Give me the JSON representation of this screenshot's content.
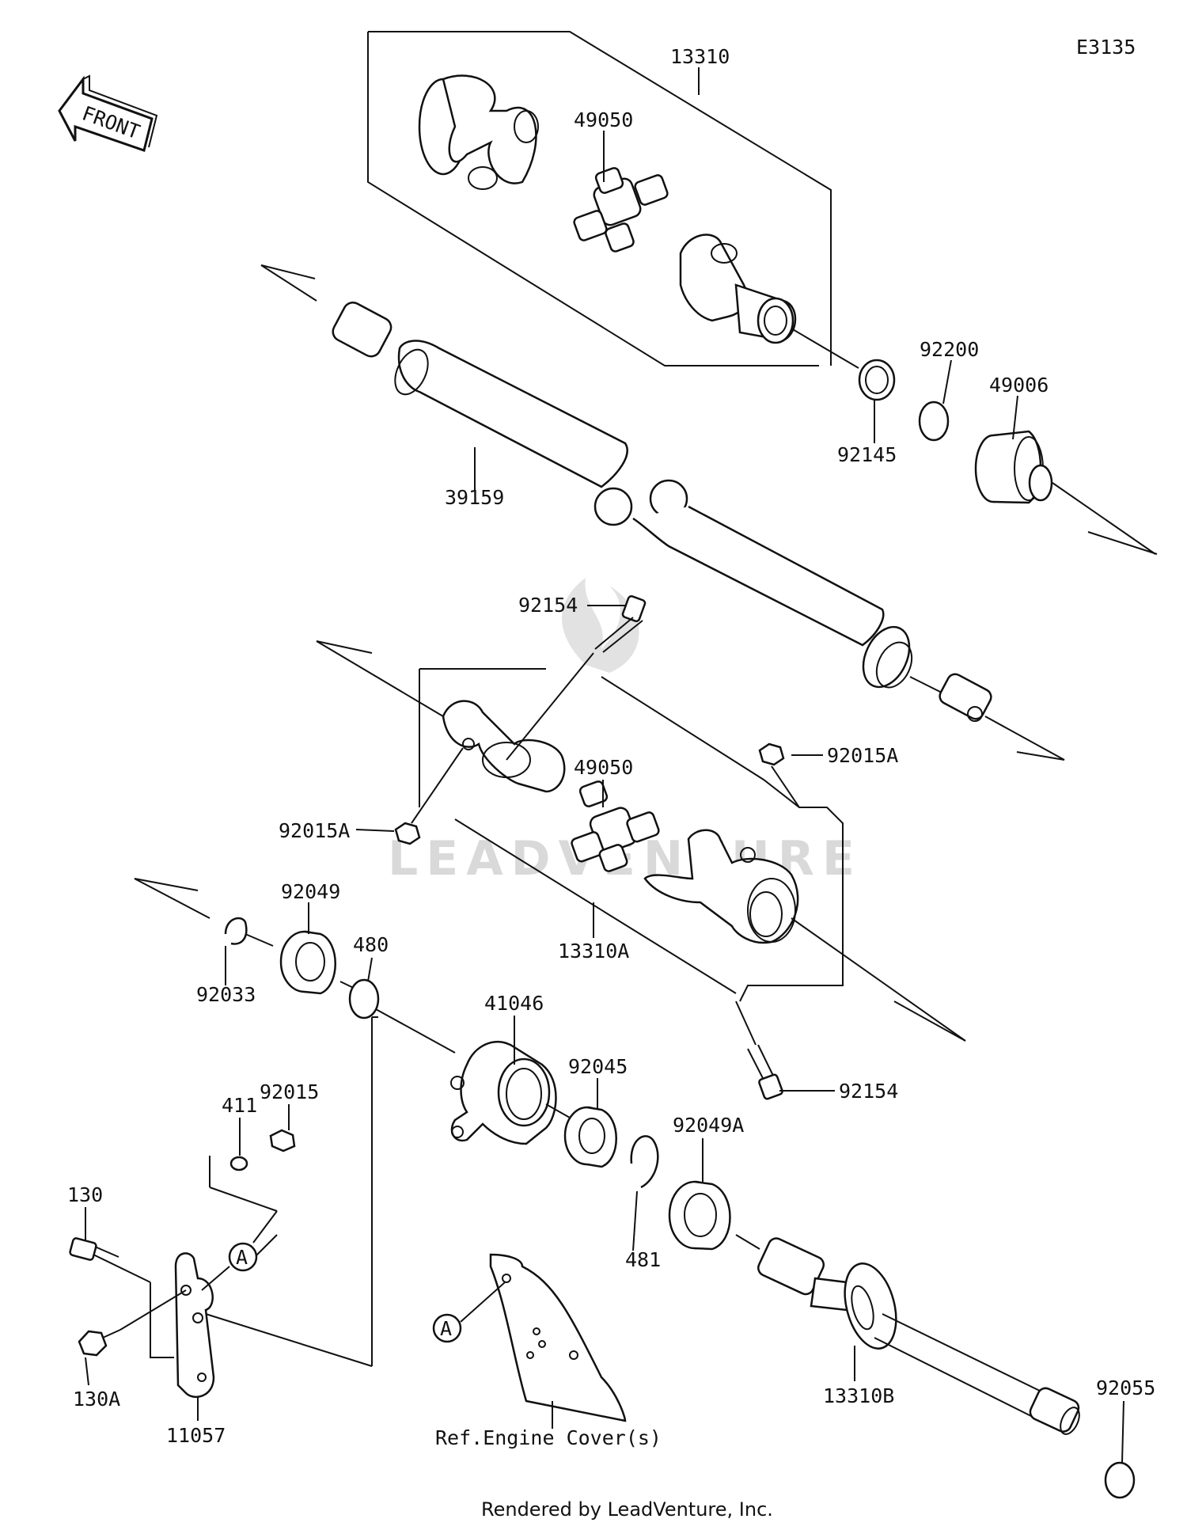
{
  "diagram": {
    "code": "E3135",
    "front_label": "FRONT",
    "watermark": "LEADVENTURE",
    "footer": "Rendered by LeadVenture, Inc.",
    "ref_note": "Ref.Engine Cover(s)",
    "parts": {
      "p13310": "13310",
      "p49050_top": "49050",
      "p92200": "92200",
      "p49006": "49006",
      "p92145": "92145",
      "p39159": "39159",
      "p92154_top": "92154",
      "p49050_mid": "49050",
      "p92015A_right": "92015A",
      "p92015A_left": "92015A",
      "p92049": "92049",
      "p480": "480",
      "p92033": "92033",
      "p13310A": "13310A",
      "p41046": "41046",
      "p92045": "92045",
      "p92154_bottom": "92154",
      "p92015": "92015",
      "p411": "411",
      "p92049A": "92049A",
      "p130": "130",
      "p130A": "130A",
      "p481": "481",
      "p13310B": "13310B",
      "p92055": "92055",
      "p11057": "11057"
    },
    "ref_markers": {
      "marker_a1": "A",
      "marker_a2": "A"
    }
  }
}
